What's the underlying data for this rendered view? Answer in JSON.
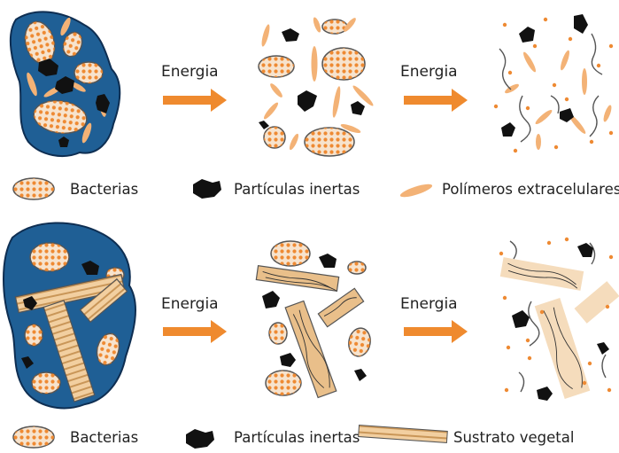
{
  "colors": {
    "matrix_blue": "#1f5f95",
    "matrix_outline": "#0e2e52",
    "bacteria_fill": "#f7e3cd",
    "bacteria_dots": "#ee8a33",
    "polymer": "#f3b276",
    "inert": "#111111",
    "arrow": "#ef8a2e",
    "plant_light": "#f2cfa0",
    "plant_dark": "#d8a76c"
  },
  "top_row": {
    "arrow1_label": "Energia",
    "arrow2_label": "Energia"
  },
  "top_legend": {
    "bacteria": "Bacterias",
    "inert": "Partículas inertas",
    "polymers": "Polímeros extracelulares"
  },
  "bottom_row": {
    "arrow1_label": "Energia",
    "arrow2_label": "Energia"
  },
  "bottom_legend": {
    "bacteria": "Bacterias",
    "inert": "Partículas inertas",
    "plant": "Sustrato vegetal"
  }
}
